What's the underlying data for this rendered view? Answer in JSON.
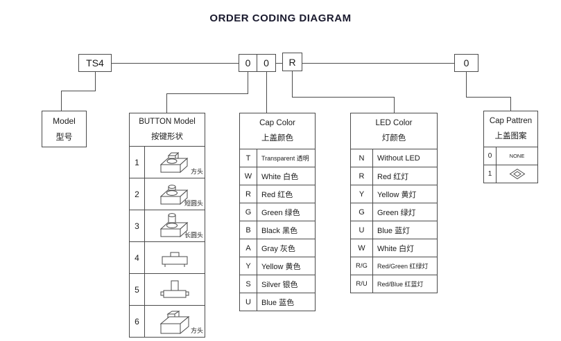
{
  "title": "ORDER CODING DIAGRAM",
  "codes": {
    "model": "TS4",
    "button": "0",
    "cap_color": "0",
    "led_color": "R",
    "cap_pattern": "0"
  },
  "model_box": {
    "en": "Model",
    "zh": "型号"
  },
  "button_table": {
    "en": "BUTTON Model",
    "zh": "按键形状",
    "rows": [
      {
        "num": "1",
        "label": "方头"
      },
      {
        "num": "2",
        "label": "短圆头"
      },
      {
        "num": "3",
        "label": "长圆头"
      },
      {
        "num": "4",
        "label": ""
      },
      {
        "num": "5",
        "label": ""
      },
      {
        "num": "6",
        "label": "方头"
      }
    ]
  },
  "cap_color_table": {
    "en": "Cap Color",
    "zh": "上盖颜色",
    "rows": [
      {
        "code": "T",
        "name": "Transparent 透明"
      },
      {
        "code": "W",
        "name": "White 白色"
      },
      {
        "code": "R",
        "name": "Red  红色"
      },
      {
        "code": "G",
        "name": "Green 绿色"
      },
      {
        "code": "B",
        "name": "Black 黑色"
      },
      {
        "code": "A",
        "name": "Gray 灰色"
      },
      {
        "code": "Y",
        "name": "Yellow 黄色"
      },
      {
        "code": "S",
        "name": "Silver 银色"
      },
      {
        "code": "U",
        "name": "Blue  蓝色"
      }
    ]
  },
  "led_color_table": {
    "en": "LED Color",
    "zh": "灯颜色",
    "rows": [
      {
        "code": "N",
        "name": "Without LED"
      },
      {
        "code": "R",
        "name": "Red  红灯"
      },
      {
        "code": "Y",
        "name": "Yellow 黄灯"
      },
      {
        "code": "G",
        "name": "Green 绿灯"
      },
      {
        "code": "U",
        "name": "Blue 蓝灯"
      },
      {
        "code": "W",
        "name": "White 白灯"
      },
      {
        "code": "R/G",
        "name": "Red/Green 红绿灯"
      },
      {
        "code": "R/U",
        "name": "Red/Blue 红蓝灯"
      }
    ]
  },
  "cap_pattern_table": {
    "en": "Cap Pattren",
    "zh": "上盖图案",
    "rows": [
      {
        "code": "0",
        "name": "NONE"
      },
      {
        "code": "1",
        "name": ""
      }
    ]
  },
  "colors": {
    "line": "#4a4a4a",
    "title": "#1a1a2e",
    "text": "#1a1a1a"
  }
}
